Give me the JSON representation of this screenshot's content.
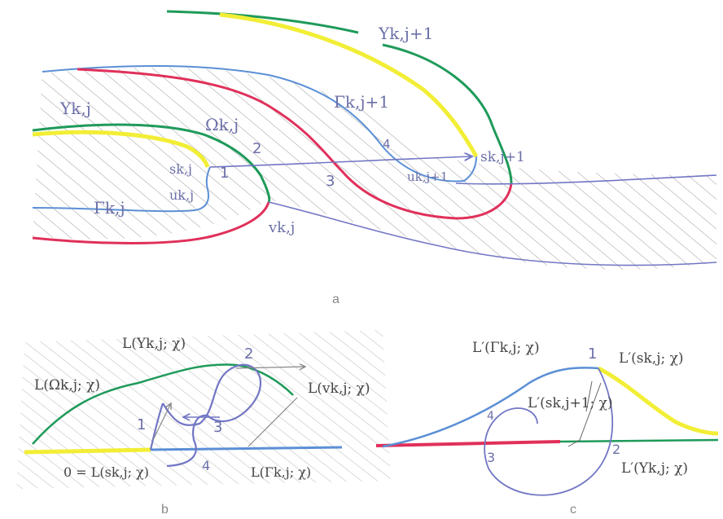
{
  "colors": {
    "blue": "#5b8fd6",
    "red": "#e0305a",
    "green": "#1f9a5a",
    "yellow": "#f2ee36",
    "purple": "#7276c4",
    "hatch": "#9a9a9a",
    "label": "#6b6fa8"
  },
  "panel_a": {
    "caption": "a",
    "labels": {
      "upsilon_kj1": "Υk,j+1",
      "gamma_kj1": "Γk,j+1",
      "upsilon_kj": "Υk,j",
      "omega_kj": "Ωk,j",
      "s_kj": "sk,j",
      "u_kj": "uk,j",
      "gamma_kj": "Γk,j",
      "v_kj": "vk,j",
      "s_kj1": "sk,j+1",
      "u_kj1": "uk,j+1"
    },
    "numbers": [
      "1",
      "2",
      "3",
      "4"
    ]
  },
  "panel_b": {
    "caption": "b",
    "labels": {
      "L_upsilon": "L(Υk,j; χ)",
      "L_omega": "L(Ωk,j; χ)",
      "L_v": "L(vk,j; χ)",
      "zero_L_s": "0 = L(sk,j; χ)",
      "L_gamma": "L(Γk,j; χ)"
    },
    "numbers": [
      "1",
      "2",
      "3",
      "4"
    ]
  },
  "panel_c": {
    "caption": "c",
    "labels": {
      "Lp_gamma": "L′(Γk,j; χ)",
      "Lp_s": "L′(sk,j; χ)",
      "Lp_s1": "L′(sk,j+1; χ)",
      "Lp_upsilon": "L′(Υk,j; χ)"
    },
    "numbers": [
      "1",
      "2",
      "3",
      "4"
    ]
  }
}
